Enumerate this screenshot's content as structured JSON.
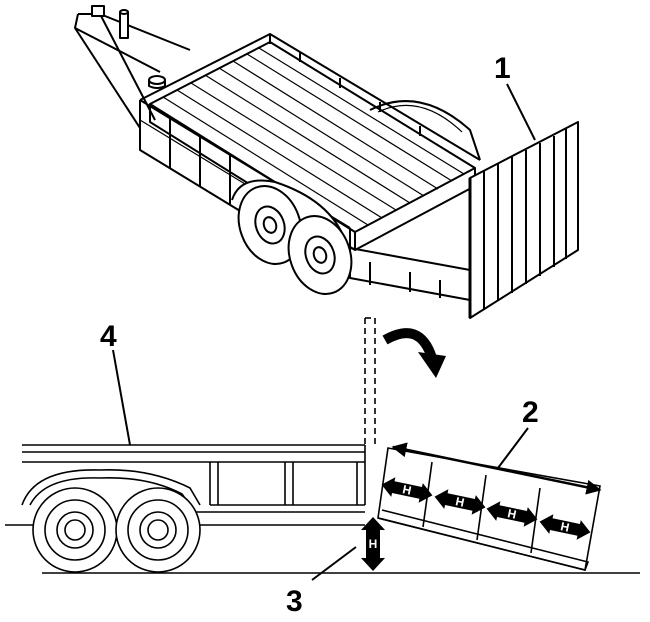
{
  "callouts": {
    "ramp_gate": "1",
    "ramp_length": "2",
    "bed_height": "3",
    "trailer_bed": "4"
  },
  "ramp_segments": {
    "label": "H",
    "count": 4
  },
  "height_arrow": {
    "label": "H"
  },
  "colors": {
    "line": "#000000",
    "background": "#ffffff"
  }
}
